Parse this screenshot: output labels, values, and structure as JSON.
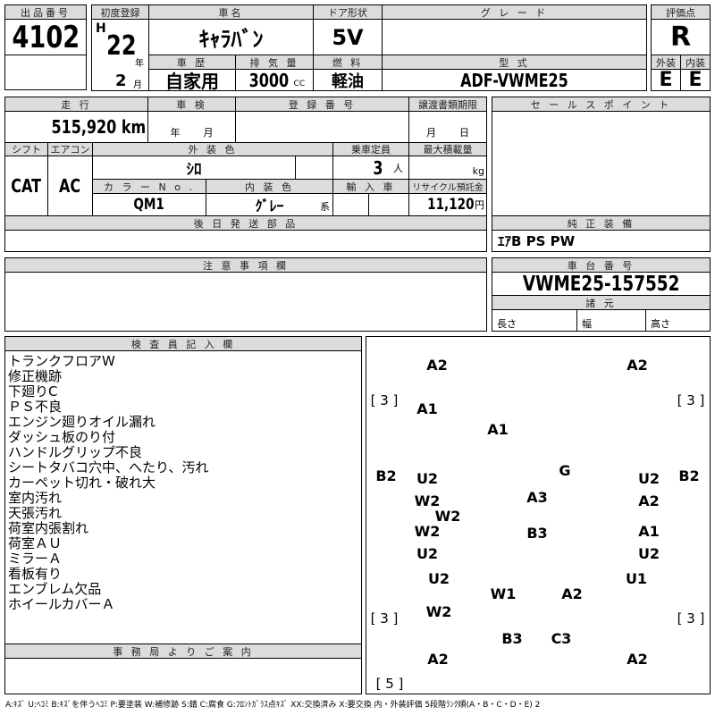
{
  "lot": {
    "label": "出品番号",
    "value": "4102"
  },
  "first_reg": {
    "label": "初度登録",
    "era": "H",
    "year": "22",
    "year_unit": "年",
    "month": "2",
    "month_unit": "月"
  },
  "car_name": {
    "label": "車名",
    "value": "ｷｬﾗﾊﾞﾝ"
  },
  "door": {
    "label": "ドア形状",
    "value": "5V"
  },
  "grade": {
    "label": "グ レ ー ド",
    "value": ""
  },
  "history": {
    "label": "車 歴",
    "value": "自家用"
  },
  "displacement": {
    "label": "排 気 量",
    "value": "3000",
    "unit": "CC"
  },
  "fuel": {
    "label": "燃 料",
    "value": "軽油"
  },
  "model": {
    "label": "型 式",
    "value": "ADF-VWME25"
  },
  "score": {
    "label": "評価点",
    "value": "R",
    "ext_label": "外装",
    "int_label": "内装",
    "ext": "E",
    "int": "E"
  },
  "mileage": {
    "label": "走 行",
    "value": "515,920 km"
  },
  "inspection": {
    "label": "車 検",
    "year_unit": "年",
    "month_unit": "月"
  },
  "reg_no": {
    "label": "登 録 番 号"
  },
  "transfer": {
    "label": "譲渡書類期限",
    "month_unit": "月",
    "day_unit": "日"
  },
  "shift": {
    "label": "シフト",
    "value": "CAT"
  },
  "ac": {
    "label": "エアコン",
    "value": "AC"
  },
  "ext_color": {
    "label": "外 装 色",
    "value": "ｼﾛ"
  },
  "capacity": {
    "label": "乗車定員",
    "value": "3",
    "unit": "人"
  },
  "max_load": {
    "label": "最大積載量",
    "unit": "kg"
  },
  "color_no": {
    "label": "カ ラ ー N o .",
    "value": "QM1"
  },
  "int_color": {
    "label": "内 装 色",
    "value": "ｸﾞﾚｰ",
    "suffix": "系"
  },
  "import": {
    "label": "輸 入 車"
  },
  "recycle": {
    "label": "リサイクル預託金",
    "value": "11,120",
    "unit": "円"
  },
  "later_parts": {
    "label": "後 日 発 送 部 品"
  },
  "sales_point": {
    "label": "セ ー ル ス ポ イ ン ト"
  },
  "equipment": {
    "label": "純 正 装 備",
    "value": "ｴｱB PS PW"
  },
  "caution": {
    "label": "注 意 事 項 欄"
  },
  "chassis": {
    "label": "車 台 番 号",
    "value": "VWME25-157552"
  },
  "specs": {
    "label": "諸 元",
    "length": "長さ",
    "width": "幅",
    "height": "高さ"
  },
  "inspector": {
    "label": "検 査 員 記 入 欄",
    "notes": [
      "トランクフロアW",
      "修正機跡",
      "下廻りC",
      "ＰＳ不良",
      "エンジン廻りオイル漏れ",
      "ダッシュ板のり付",
      "ハンドルグリップ不良",
      "シートタバコ穴中、へたり、汚れ",
      "カーペット切れ・破れ大",
      "室内汚れ",
      "天張汚れ",
      "荷室内張割れ",
      "荷室ＡＵ",
      "ミラーＡ",
      "看板有り",
      "エンブレム欠品",
      "ホイールカバーＡ"
    ]
  },
  "office": {
    "label": "事 務 局 よ り ご 案 内"
  },
  "diagram": {
    "marks": [
      "A2",
      "A2",
      "[ 3 ]",
      "[ 3 ]",
      "A1",
      "A1",
      "G",
      "B2",
      "B2",
      "U2",
      "U2",
      "W2",
      "A3",
      "A2",
      "W2",
      "W2",
      "B3",
      "A1",
      "U2",
      "U2",
      "U2",
      "U1",
      "W1",
      "A2",
      "W2",
      "[ 3 ]",
      "[ 3 ]",
      "B3",
      "C3",
      "A2",
      "A2",
      "[ 5 ]"
    ]
  },
  "legend": "A:ｷｽﾞ U:ﾍｺﾐ B:ｷｽﾞを伴うﾍｺﾐ P:要塗装 W:補修跡 S:錆 C:腐食 G:ﾌﾛﾝﾄｶﾞﾗｽ点ｷｽﾞ XX:交換済み X:要交換 内・外装評価 5段階ﾗﾝｸ順(A・B・C・D・E) 2"
}
